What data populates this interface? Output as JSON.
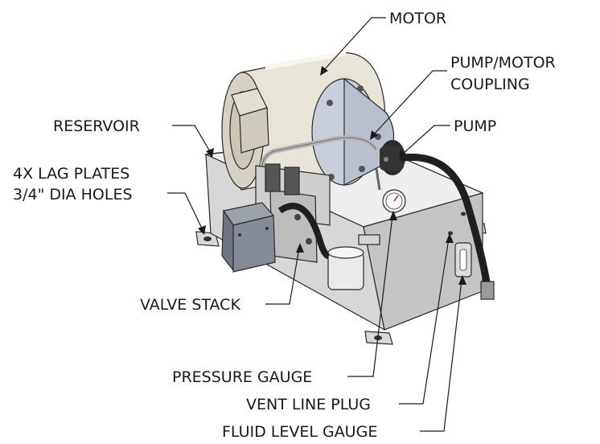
{
  "labels": {
    "motor": "MOTOR",
    "coupling_line1": "PUMP/MOTOR",
    "coupling_line2": "COUPLING",
    "pump": "PUMP",
    "reservoir": "RESERVOIR",
    "lag_plates_line1": "4X LAG PLATES",
    "lag_plates_line2": "3/4\" DIA HOLES",
    "valve_stack": "VALVE STACK",
    "pressure_gauge": "PRESSURE GAUGE",
    "vent_line_plug": "VENT LINE PLUG",
    "fluid_level_gauge": "FLUID LEVEL GAUGE"
  },
  "colors": {
    "text": "#1a1a1a",
    "reservoir_face": "#dcdcdc",
    "motor_body": "#e6e2d6",
    "coupling": "#c9ced9",
    "pump": "#2b2b2b",
    "valve_stack": "#c8c8c8",
    "junction_box": "#7d8591",
    "hose": "#1f1f1f"
  }
}
